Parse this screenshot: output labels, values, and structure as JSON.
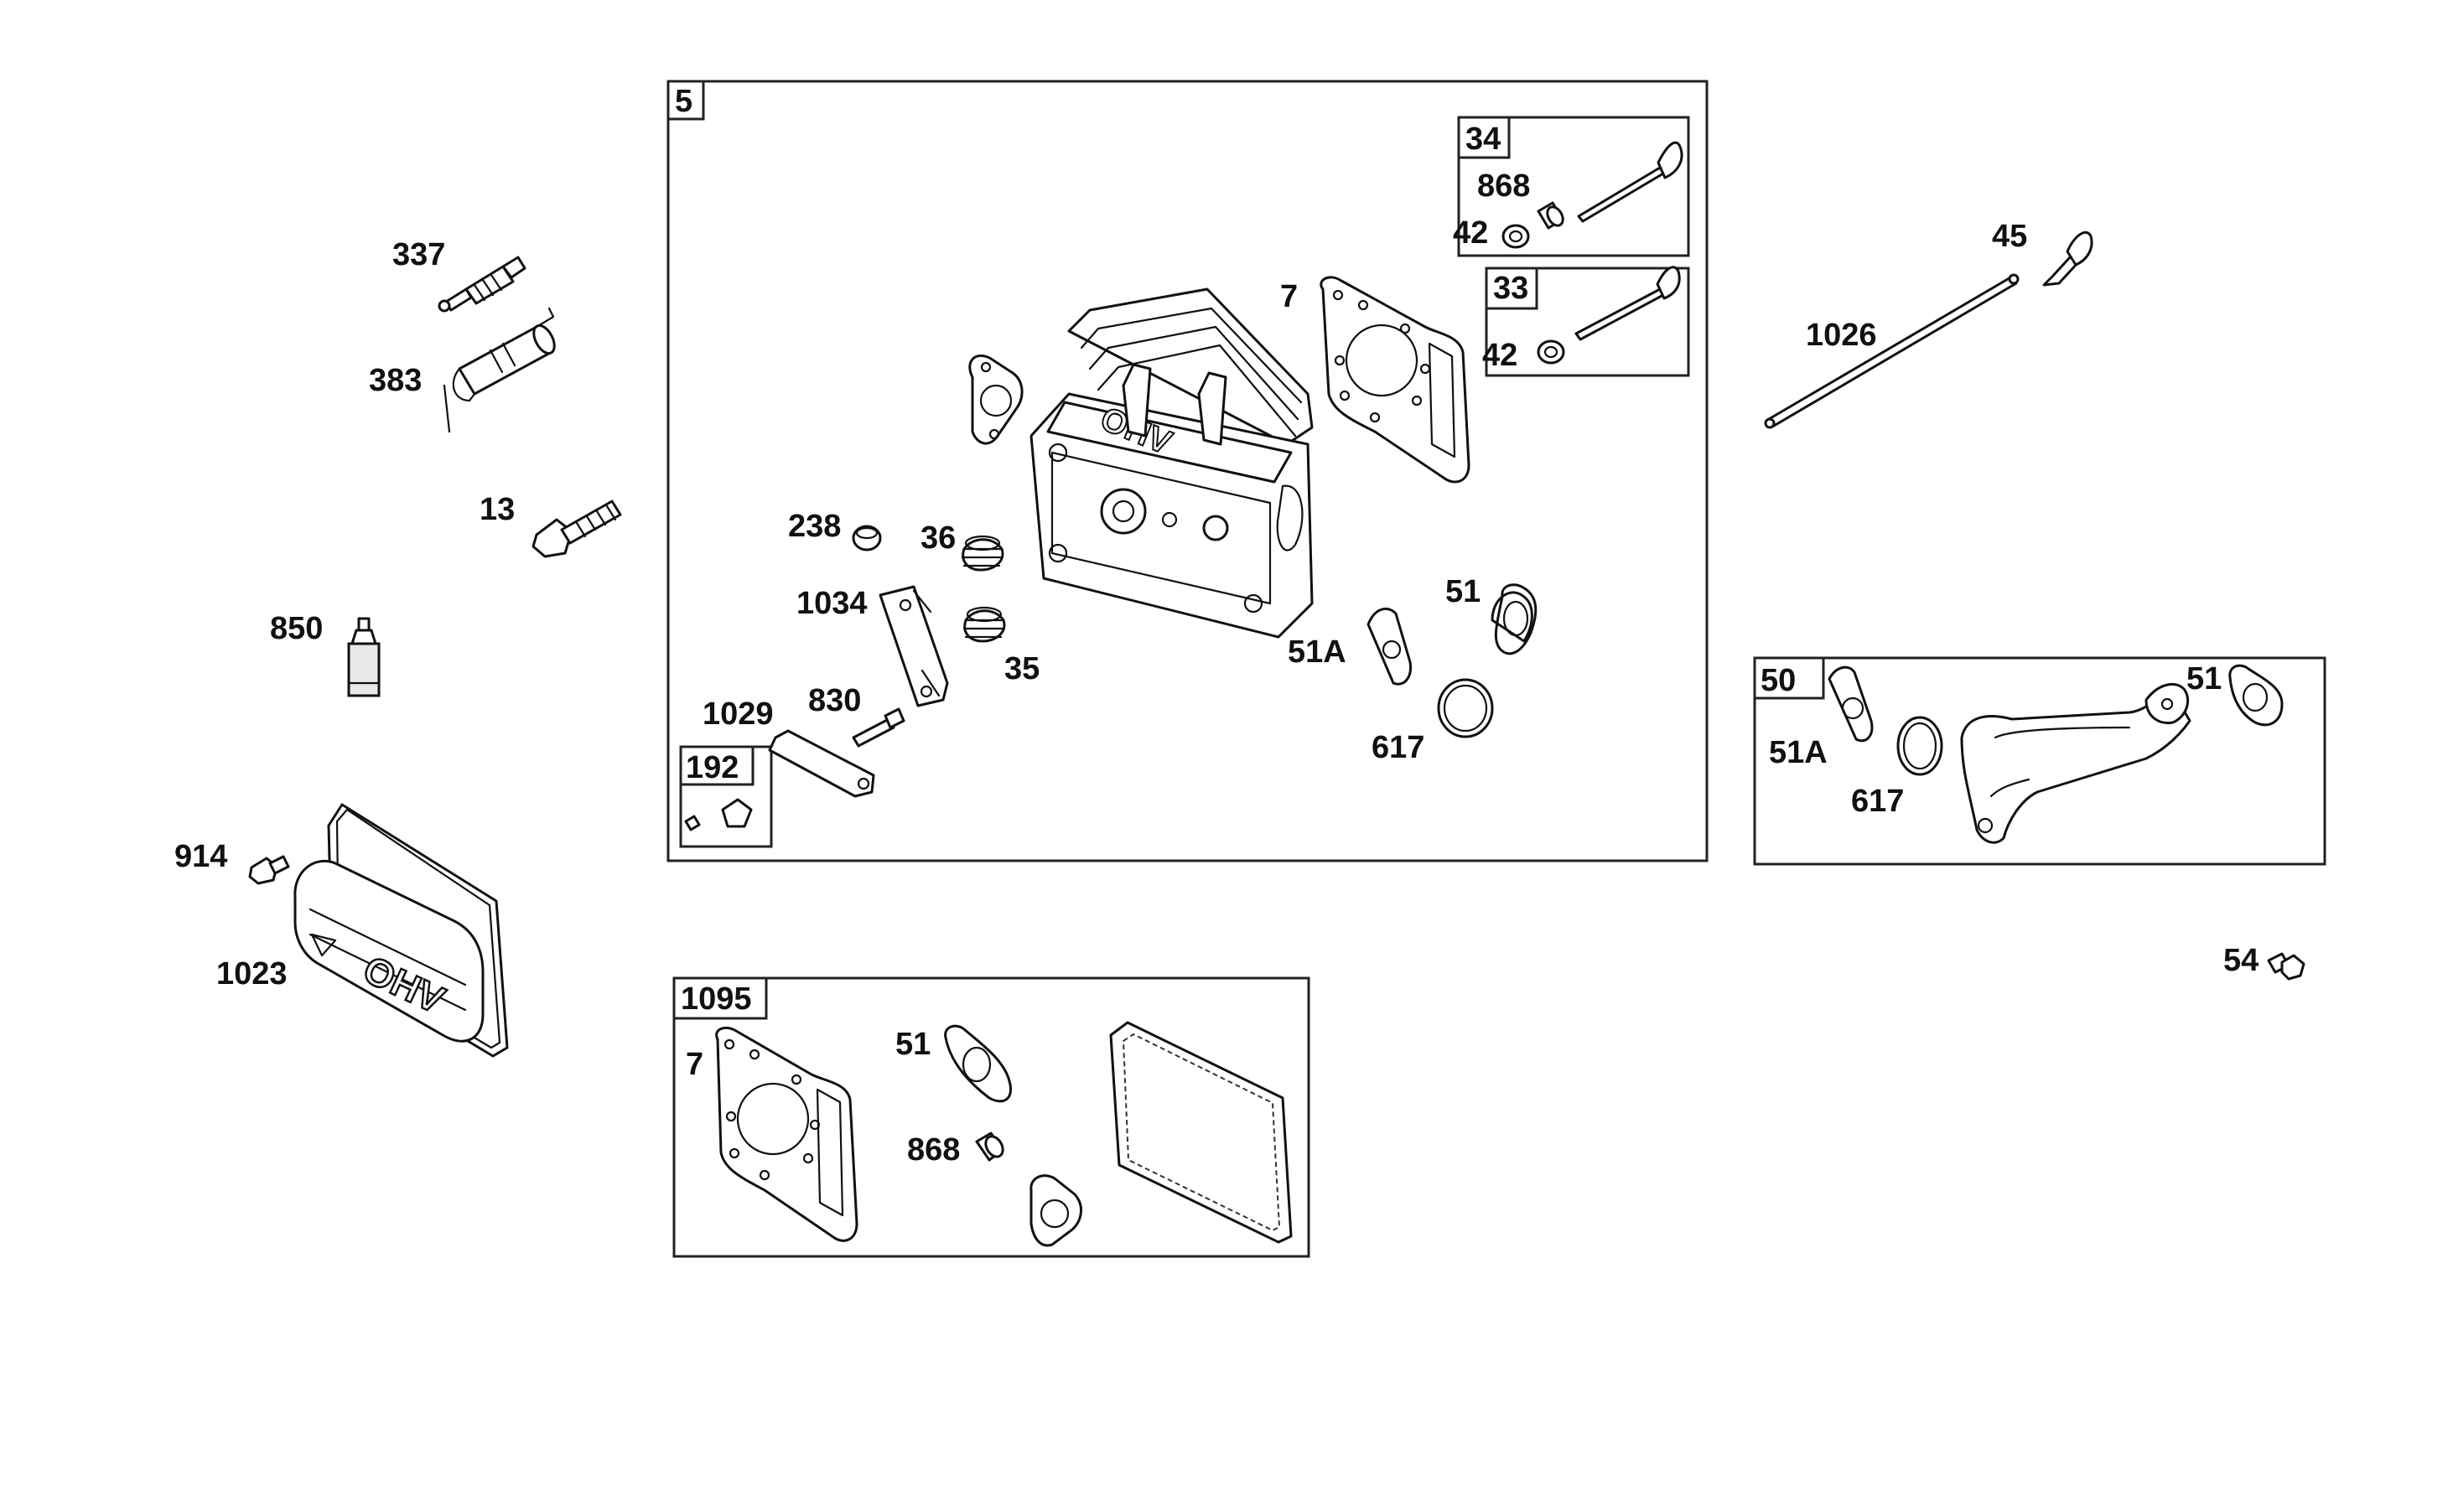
{
  "callouts": {
    "c337": "337",
    "c383": "383",
    "c13": "13",
    "c850": "850",
    "c914": "914",
    "c1023": "1023",
    "c5": "5",
    "c34": "34",
    "c868a": "868",
    "c42a": "42",
    "c33": "33",
    "c42b": "42",
    "c7a": "7",
    "c238": "238",
    "c36": "36",
    "c1034": "1034",
    "c35": "35",
    "c1029": "1029",
    "c830": "830",
    "c192": "192",
    "c51a": "51",
    "c51Aa": "51A",
    "c617a": "617",
    "c45": "45",
    "c1026": "1026",
    "c50": "50",
    "c51Ab": "51A",
    "c617b": "617",
    "c51b": "51",
    "c54": "54",
    "c1095": "1095",
    "c7b": "7",
    "c51c": "51",
    "c868b": "868"
  },
  "cover_text": "OHV",
  "head_text": "OHV"
}
